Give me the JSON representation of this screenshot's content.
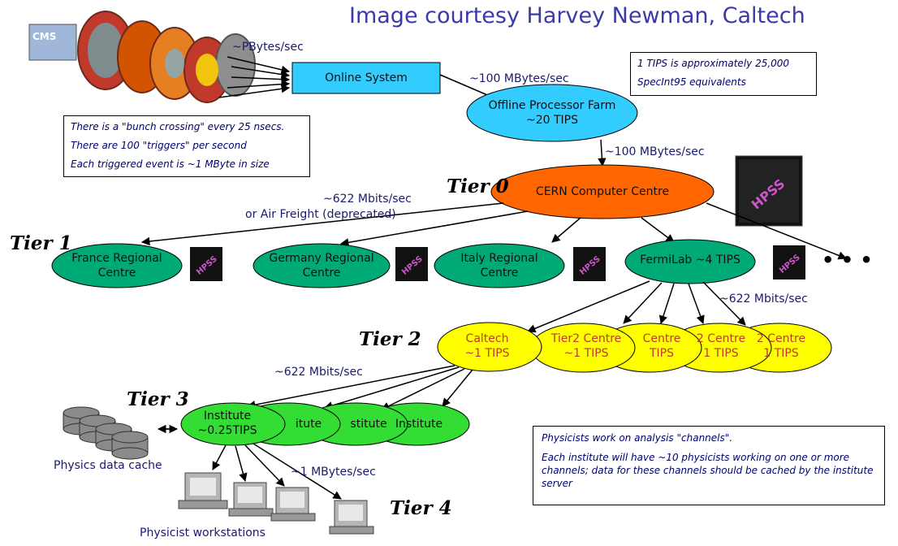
{
  "credit": "Image courtesy Harvey Newman, Caltech",
  "detector": {
    "logo": "CMS"
  },
  "online_system": "Online System",
  "offline_farm": {
    "name": "Offline Processor Farm",
    "power": "~20 TIPS"
  },
  "cern": "CERN Computer Centre",
  "rates": {
    "detector_to_online": "~PBytes/sec",
    "online_to_farm": "~100 MBytes/sec",
    "farm_to_cern": "~100 MBytes/sec",
    "cern_to_tier1_line1": "~622 Mbits/sec",
    "cern_to_tier1_line2": "or Air Freight (deprecated)",
    "fermilab_to_tier2": "~622 Mbits/sec",
    "tier2_to_tier3": "~622 Mbits/sec",
    "tier3_to_tier4": "~1 MBytes/sec"
  },
  "tiers": {
    "t0": "Tier 0",
    "t1": "Tier 1",
    "t2": "Tier 2",
    "t3": "Tier 3",
    "t4": "Tier 4"
  },
  "tier1_centres": [
    {
      "line1": "France Regional",
      "line2": "Centre"
    },
    {
      "line1": "Germany Regional",
      "line2": "Centre"
    },
    {
      "line1": "Italy Regional",
      "line2": "Centre"
    },
    {
      "line1": "FermiLab ~4 TIPS",
      "line2": ""
    }
  ],
  "storage_label": "HPSS",
  "tier1_more": "• • •",
  "tier2_centres": [
    {
      "line1": "Caltech",
      "line2": "~1 TIPS"
    },
    {
      "line1": "Tier2 Centre",
      "line2": "~1 TIPS"
    },
    {
      "line1": "Centre",
      "line2": "TIPS"
    },
    {
      "line1": "2 Centre",
      "line2": "1 TIPS"
    },
    {
      "line1": "2 Centre",
      "line2": "1 TIPS"
    }
  ],
  "tier3_institutes": [
    {
      "line1": "Institute",
      "line2": "~0.25TIPS"
    },
    {
      "line1": "itute",
      "line2": ""
    },
    {
      "line1": "stitute",
      "line2": ""
    },
    {
      "line1": "Institute",
      "line2": ""
    }
  ],
  "notes": {
    "bunch": [
      "There is a \"bunch crossing\" every 25 nsecs.",
      "There are 100 \"triggers\" per second",
      "Each triggered event is ~1 MByte in size"
    ],
    "tips": [
      "1 TIPS is approximately 25,000",
      "SpecInt95 equivalents"
    ],
    "physicists": [
      "Physicists work on analysis \"channels\".",
      "Each institute will have ~10 physicists working on one or more channels; data for these channels should be cached by the institute server"
    ]
  },
  "cache_label": "Physics data cache",
  "workstations_label": "Physicist workstations",
  "colors": {
    "online_box": "#33ccff",
    "farm": "#33ccff",
    "cern": "#ff6600",
    "tier1": "#00aa77",
    "tier2": "#ffff00",
    "tier3": "#33dd33",
    "credit": "#3a3aa8"
  }
}
